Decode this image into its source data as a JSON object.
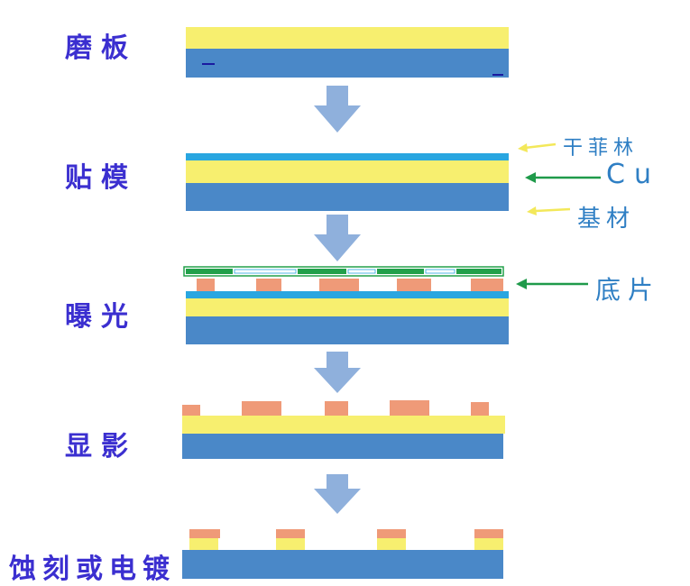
{
  "steps": [
    {
      "label": "磨板"
    },
    {
      "label": "贴模"
    },
    {
      "label": "曝光"
    },
    {
      "label": "显影"
    },
    {
      "label": "蚀刻或电镀"
    }
  ],
  "annotations": {
    "dry_film": "干菲林",
    "cu": "Cu",
    "substrate": "基材",
    "film_negative": "底片"
  },
  "colors": {
    "copper_layer": "#f7ef6f",
    "substrate": "#4a88c8",
    "dry_film": "#29a6e0",
    "resist": "#ef9a78",
    "mask_green": "#22a04a",
    "step_arrow": "#8fb0dc",
    "label_text": "#3b2fd0",
    "annot_text": "#2f7fc4",
    "arrow_yellow": "#f3e85a",
    "arrow_green": "#1f9a4a"
  }
}
